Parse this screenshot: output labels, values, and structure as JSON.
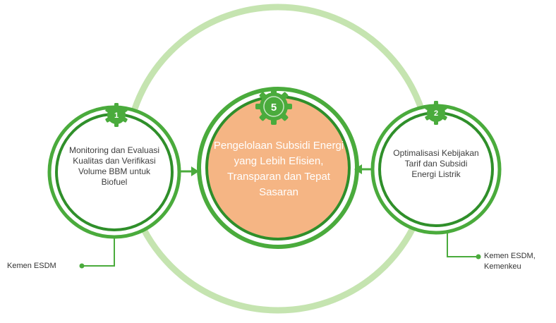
{
  "diagram": {
    "center": {
      "badge": "5",
      "text": "Pengelolaan Subsidi Energi yang Lebih Efisien, Transparan dan Tepat Sasaran"
    },
    "left": {
      "badge": "1",
      "text": "Monitoring dan Evaluasi Kualitas dan Verifikasi Volume BBM untuk Biofuel",
      "callout": "Kemen ESDM"
    },
    "right": {
      "badge": "2",
      "text": "Optimalisasi Kebijakan Tarif dan Subsidi Energi Listrik",
      "callout": "Kemen ESDM, Kemenkeu"
    }
  },
  "colors": {
    "outer_ring": "#c5e4b0",
    "circle_border": "#4aab3c",
    "inner_ring": "#2f8f2a",
    "center_fill": "#f5b584",
    "arrow": "#4aab3c",
    "badge": "#4aab3c"
  }
}
